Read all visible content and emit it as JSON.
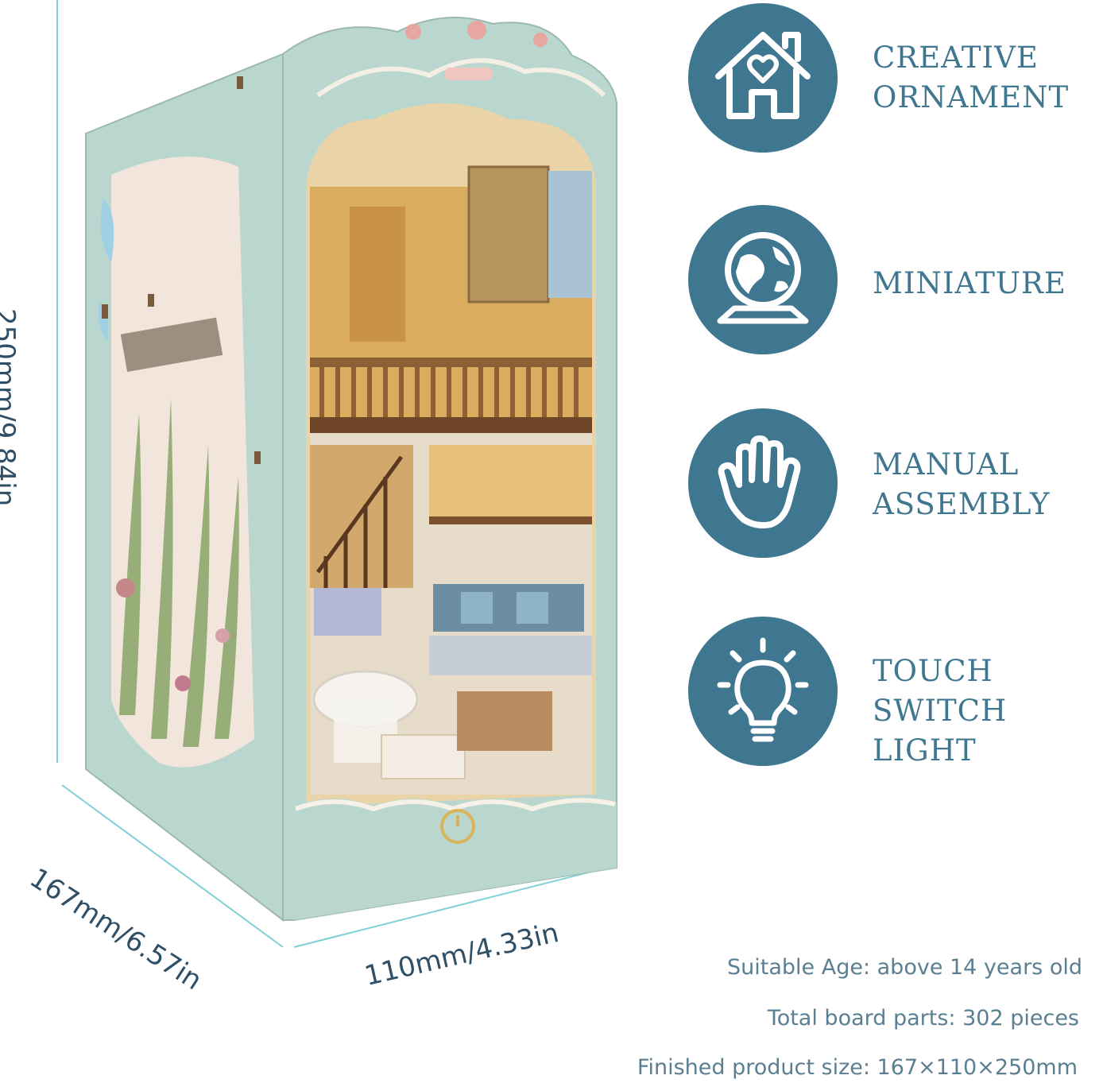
{
  "colors": {
    "accent": "#3f7690",
    "spec_text": "#5a7f92",
    "dimension_line": "#7fd0d6",
    "box_panel": "#b9d6cf"
  },
  "dimensions": {
    "height": "250mm/9.84in",
    "depth": "167mm/6.57in",
    "width": "110mm/4.33in"
  },
  "features": [
    {
      "icon": "house-heart-icon",
      "line1": "CREATIVE",
      "line2": "ORNAMENT"
    },
    {
      "icon": "globe-icon",
      "line1": "MINIATURE",
      "line2": ""
    },
    {
      "icon": "hand-icon",
      "line1": "MANUAL",
      "line2": "ASSEMBLY"
    },
    {
      "icon": "light-bulb-icon",
      "line1": "TOUCH SWITCH",
      "line2": "LIGHT"
    }
  ],
  "specs": {
    "age": "Suitable Age: above 14 years old",
    "parts": "Total board parts: 302 pieces",
    "size": "Finished product size: 167×110×250mm"
  }
}
